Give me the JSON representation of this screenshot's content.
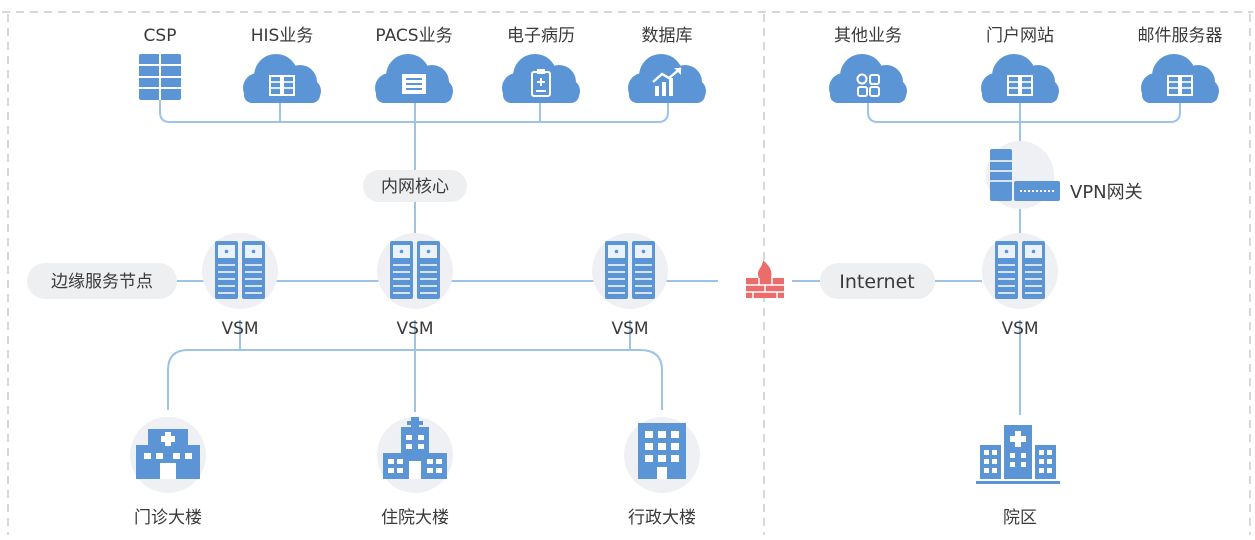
{
  "left_zone": {
    "services": [
      {
        "label": "CSP",
        "icon": "server-rack-icon"
      },
      {
        "label": "HIS业务",
        "icon": "cloud-server-icon"
      },
      {
        "label": "PACS业务",
        "icon": "cloud-document-icon"
      },
      {
        "label": "电子病历",
        "icon": "cloud-clipboard-icon"
      },
      {
        "label": "数据库",
        "icon": "cloud-chart-icon"
      }
    ],
    "core_label": "内网核心",
    "edge_node_label": "边缘服务节点",
    "vsm_nodes": [
      {
        "label": "VSM"
      },
      {
        "label": "VSM"
      },
      {
        "label": "VSM"
      }
    ],
    "buildings": [
      {
        "label": "门诊大楼",
        "icon": "clinic-building-icon"
      },
      {
        "label": "住院大楼",
        "icon": "hospital-tower-icon"
      },
      {
        "label": "行政大楼",
        "icon": "office-building-icon"
      }
    ]
  },
  "right_zone": {
    "services": [
      {
        "label": "其他业务",
        "icon": "cloud-apps-icon"
      },
      {
        "label": "门户网站",
        "icon": "cloud-server-icon"
      },
      {
        "label": "邮件服务器",
        "icon": "cloud-server-icon"
      }
    ],
    "vpn_label": "VPN网关",
    "internet_label": "Internet",
    "vsm_label": "VSM",
    "campus_label": "院区",
    "campus_icon": "hospital-campus-icon"
  },
  "firewall_icon": "firewall-icon",
  "colors": {
    "icon_blue": "#5b95d6",
    "line_blue": "#9ec3e8",
    "circle_bg": "#eef0f3",
    "pill_bg": "#eeeff1",
    "firewall_red": "#ec6b6b",
    "divider": "#bfbfbf"
  }
}
